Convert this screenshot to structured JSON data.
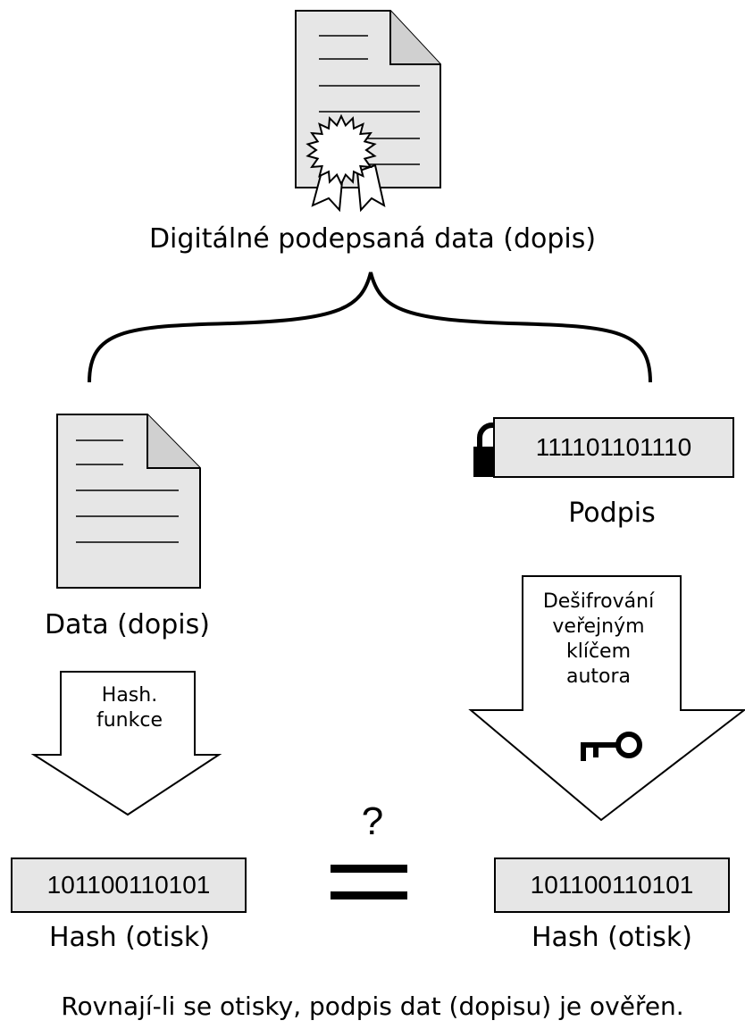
{
  "signed_document_label": "Digitálné podepsaná data (dopis)",
  "data_label": "Data (dopis)",
  "signature_label": "Podpis",
  "signature_value": "111101101110",
  "hash_function_label": "Hash.\nfunkce",
  "decrypt_label": "Dešifrování\nveřejným\nklíčem\nautora",
  "hash_value_left": "101100110101",
  "hash_value_right": "101100110101",
  "hash_label_left": "Hash (otisk)",
  "hash_label_right": "Hash (otisk)",
  "question_mark": "?",
  "footer_text": "Rovnají-li se otisky, podpis dat (dopisu) je ověřen.",
  "icons": [
    "certificate-document-icon",
    "document-icon",
    "padlock-icon",
    "key-icon",
    "equals-icon"
  ]
}
